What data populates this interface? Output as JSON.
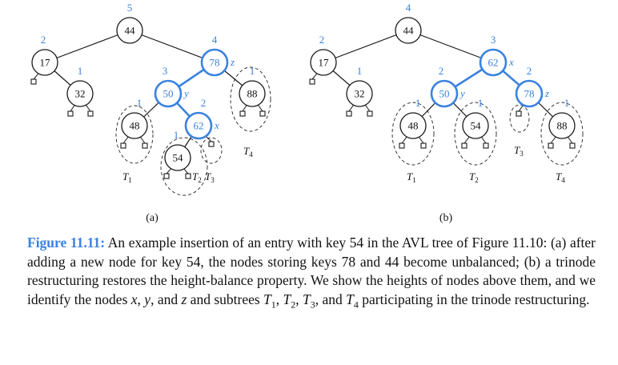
{
  "figure": {
    "label": "Figure 11.11:",
    "caption_parts": [
      "An example insertion of an entry with key 54 in the AVL tree of Figure 11.10: (a) after adding a new node for key 54, the nodes storing keys 78 and 44 become unbalanced; (b) a trinode restructuring restores the height-balance property. We show the heights of nodes above them, and we identify the nodes ",
      "x",
      ", ",
      "y",
      ", and ",
      "z",
      " and subtrees ",
      "T",
      "1",
      ", ",
      "T",
      "2",
      ", ",
      "T",
      "3",
      ", and ",
      "T",
      "4",
      " participating in the trinode restructuring."
    ]
  },
  "colors": {
    "highlight": "#3b82e0",
    "ink": "#111111"
  },
  "panels": [
    {
      "label": "(a)",
      "nodes": [
        {
          "key": "44",
          "height": "5",
          "highlight": false,
          "role": ""
        },
        {
          "key": "17",
          "height": "2",
          "highlight": false,
          "role": ""
        },
        {
          "key": "78",
          "height": "4",
          "highlight": true,
          "role": "z"
        },
        {
          "key": "32",
          "height": "1",
          "highlight": false,
          "role": ""
        },
        {
          "key": "50",
          "height": "3",
          "highlight": true,
          "role": "y"
        },
        {
          "key": "88",
          "height": "1",
          "highlight": false,
          "role": ""
        },
        {
          "key": "48",
          "height": "1",
          "highlight": false,
          "role": ""
        },
        {
          "key": "62",
          "height": "2",
          "highlight": true,
          "role": "x"
        },
        {
          "key": "54",
          "height": "1",
          "highlight": false,
          "role": ""
        }
      ],
      "subtrees": [
        {
          "letter": "T",
          "sub": "1"
        },
        {
          "letter": "T",
          "sub": "2"
        },
        {
          "letter": "T",
          "sub": "3"
        },
        {
          "letter": "T",
          "sub": "4"
        }
      ]
    },
    {
      "label": "(b)",
      "nodes": [
        {
          "key": "44",
          "height": "4",
          "highlight": false,
          "role": ""
        },
        {
          "key": "17",
          "height": "2",
          "highlight": false,
          "role": ""
        },
        {
          "key": "62",
          "height": "3",
          "highlight": true,
          "role": "x"
        },
        {
          "key": "32",
          "height": "1",
          "highlight": false,
          "role": ""
        },
        {
          "key": "50",
          "height": "2",
          "highlight": true,
          "role": "y"
        },
        {
          "key": "78",
          "height": "2",
          "highlight": true,
          "role": "z"
        },
        {
          "key": "48",
          "height": "1",
          "highlight": false,
          "role": ""
        },
        {
          "key": "54",
          "height": "1",
          "highlight": false,
          "role": ""
        },
        {
          "key": "88",
          "height": "1",
          "highlight": false,
          "role": ""
        }
      ],
      "subtrees": [
        {
          "letter": "T",
          "sub": "1"
        },
        {
          "letter": "T",
          "sub": "2"
        },
        {
          "letter": "T",
          "sub": "3"
        },
        {
          "letter": "T",
          "sub": "4"
        }
      ]
    }
  ]
}
